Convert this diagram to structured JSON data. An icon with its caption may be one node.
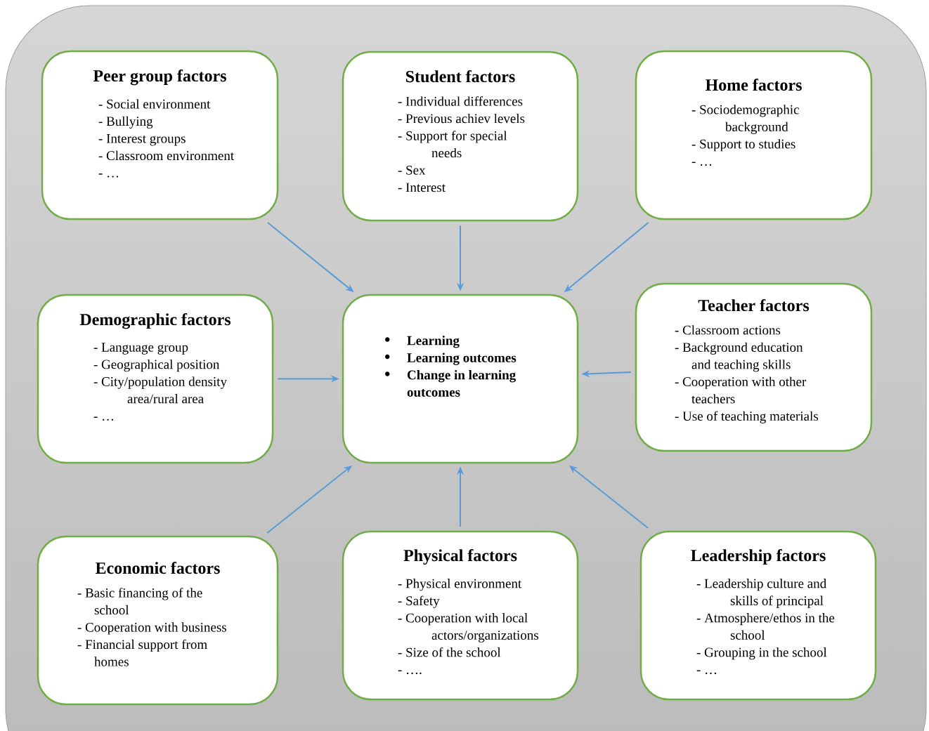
{
  "diagram": {
    "nodes": [
      {
        "text": [
          "Peer group factors",
          "- Social environment",
          "- Bullying",
          "- Interest groups",
          "- Classroom environment",
          "- …"
        ]
      },
      {
        "text": [
          "Student factors",
          "- Individual differences",
          "- Previous achiev levels",
          "- Support for special needs",
          "- Sex",
          "- Interest"
        ]
      },
      {
        "text": [
          "Home factors",
          "- Sociodemographic background",
          "- Support to studies",
          "- …"
        ]
      },
      {
        "text": [
          "Demographic factors",
          "- Language group",
          "- Geographical position",
          "- City/population density area/rural area",
          "- …"
        ]
      },
      {
        "text": [
          "Learning",
          "Learning outcomes",
          "Change in learning outcomes"
        ]
      },
      {
        "text": [
          "Teacher factors",
          "- Classroom actions",
          "- Background education and teaching skills",
          "- Cooperation with other teachers",
          "- Use of teaching materials"
        ]
      },
      {
        "text": [
          "Economic factors",
          "- Basic financing of the school",
          "- Cooperation with business",
          "- Financial support from homes"
        ]
      },
      {
        "text": [
          "Physical factors",
          "- Physical environment",
          "- Safety",
          "- Cooperation with local actors/organizations",
          "- Size of the school",
          "- …."
        ]
      },
      {
        "text": [
          "Leadership factors",
          "- Leadership culture and skills of principal",
          "- Atmosphere/ethos in the school",
          "- Grouping in the school",
          "- …"
        ]
      }
    ],
    "edges": [
      {
        "from": 0,
        "to": 4,
        "arrow": "to"
      },
      {
        "from": 1,
        "to": 4,
        "arrow": "to"
      },
      {
        "from": 2,
        "to": 4,
        "arrow": "to"
      },
      {
        "from": 3,
        "to": 4,
        "arrow": "to"
      },
      {
        "from": 5,
        "to": 4,
        "arrow": "to"
      },
      {
        "from": 6,
        "to": 4,
        "arrow": "to"
      },
      {
        "from": 7,
        "to": 4,
        "arrow": "to"
      },
      {
        "from": 8,
        "to": 4,
        "arrow": "to"
      }
    ]
  }
}
